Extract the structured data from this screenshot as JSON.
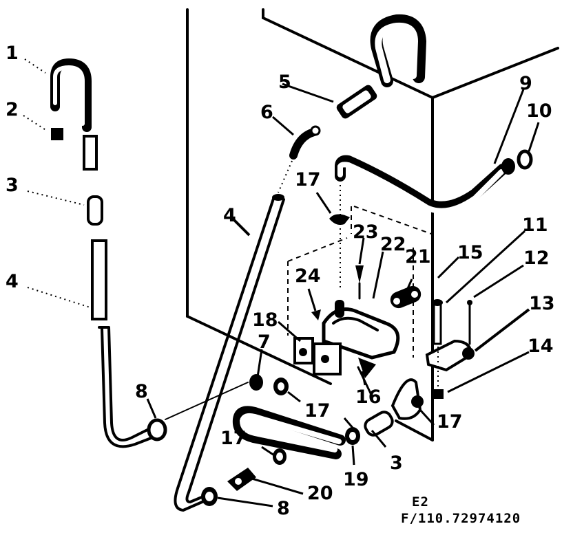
{
  "diagram": {
    "callouts": {
      "c1": "1",
      "c2": "2",
      "c3a": "3",
      "c4a": "4",
      "c4b": "4",
      "c5": "5",
      "c6": "6",
      "c7": "7",
      "c8a": "8",
      "c8b": "8",
      "c9": "9",
      "c10": "10",
      "c11": "11",
      "c12": "12",
      "c13": "13",
      "c14": "14",
      "c15": "15",
      "c16": "16",
      "c17a": "17",
      "c17b": "17",
      "c17c": "17",
      "c17d": "17",
      "c18": "18",
      "c19": "19",
      "c20": "20",
      "c21": "21",
      "c22": "22",
      "c23": "23",
      "c24": "24",
      "c3b": "3"
    },
    "figure_ref": {
      "code": "E2",
      "number": "F/110.72974120"
    }
  }
}
